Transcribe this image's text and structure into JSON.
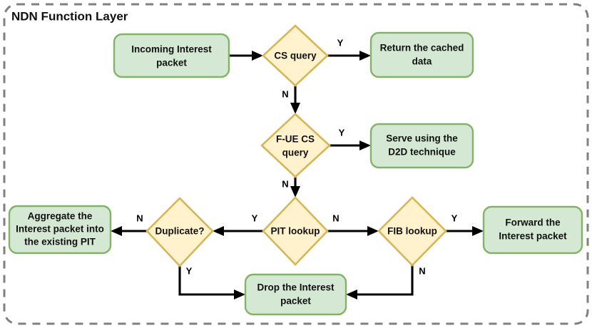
{
  "panel": {
    "title": "NDN Function Layer",
    "border_color": "#808080",
    "border_style": "dashed"
  },
  "palette": {
    "process_fill": "#d5e8d4",
    "process_stroke": "#82b366",
    "decision_fill": "#fff2cc",
    "decision_stroke": "#d6b656",
    "edge_color": "#000000",
    "text_color": "#111111"
  },
  "nodes": [
    {
      "id": "incoming",
      "type": "process",
      "lines": [
        "Incoming Interest",
        "packet"
      ]
    },
    {
      "id": "cs_query",
      "type": "decision",
      "lines": [
        "CS query"
      ]
    },
    {
      "id": "return_cached",
      "type": "process",
      "lines": [
        "Return the cached",
        "data"
      ]
    },
    {
      "id": "fue_cs_query",
      "type": "decision",
      "lines": [
        "F-UE CS",
        "query"
      ]
    },
    {
      "id": "serve_d2d",
      "type": "process",
      "lines": [
        "Serve using the",
        "D2D technique"
      ]
    },
    {
      "id": "pit_lookup",
      "type": "decision",
      "lines": [
        "PIT lookup"
      ]
    },
    {
      "id": "duplicate",
      "type": "decision",
      "lines": [
        "Duplicate?"
      ]
    },
    {
      "id": "aggregate",
      "type": "process",
      "lines": [
        "Aggregate the",
        "Interest packet into",
        "the existing PIT"
      ]
    },
    {
      "id": "fib_lookup",
      "type": "decision",
      "lines": [
        "FIB lookup"
      ]
    },
    {
      "id": "forward",
      "type": "process",
      "lines": [
        "Forward the",
        "Interest packet"
      ]
    },
    {
      "id": "drop",
      "type": "process",
      "lines": [
        "Drop the Interest",
        "packet"
      ]
    }
  ],
  "edges": [
    {
      "id": "e-incoming-cs",
      "from": "incoming",
      "to": "cs_query",
      "label": ""
    },
    {
      "id": "e-cs-return",
      "from": "cs_query",
      "to": "return_cached",
      "label": "Y"
    },
    {
      "id": "e-cs-fue",
      "from": "cs_query",
      "to": "fue_cs_query",
      "label": "N"
    },
    {
      "id": "e-fue-serve",
      "from": "fue_cs_query",
      "to": "serve_d2d",
      "label": "Y"
    },
    {
      "id": "e-fue-pit",
      "from": "fue_cs_query",
      "to": "pit_lookup",
      "label": "N"
    },
    {
      "id": "e-pit-duplicate",
      "from": "pit_lookup",
      "to": "duplicate",
      "label": "Y"
    },
    {
      "id": "e-pit-fib",
      "from": "pit_lookup",
      "to": "fib_lookup",
      "label": "N"
    },
    {
      "id": "e-duplicate-aggregate",
      "from": "duplicate",
      "to": "aggregate",
      "label": "N"
    },
    {
      "id": "e-duplicate-drop",
      "from": "duplicate",
      "to": "drop",
      "label": "Y"
    },
    {
      "id": "e-fib-forward",
      "from": "fib_lookup",
      "to": "forward",
      "label": "Y"
    },
    {
      "id": "e-fib-drop",
      "from": "fib_lookup",
      "to": "drop",
      "label": "N"
    }
  ]
}
